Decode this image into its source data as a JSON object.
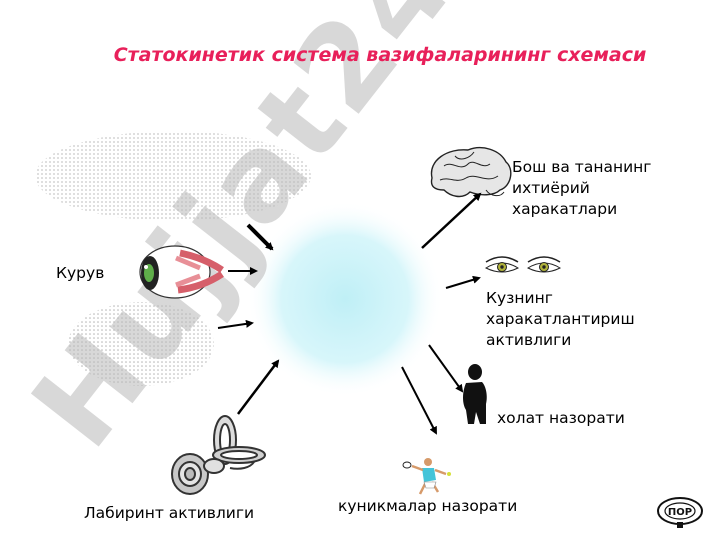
{
  "title": "Статокинетик система вазифаларининг схемаси",
  "watermark": "Hujjat24",
  "labels": {
    "eye": "Курув",
    "brain": "Бош ва тананинг ихтиёрий харакатлари",
    "eyes_move": "Кузнинг харакатлантириш активлиги",
    "posture": "холат назорати",
    "limbs": "куникмалар назорати",
    "labyrinth": "Лабиринт активлиги"
  },
  "colors": {
    "title": "#e8205a",
    "watermark": "#b9b9b9",
    "center_glow": "#bfeff6",
    "arrows": "#000000"
  }
}
